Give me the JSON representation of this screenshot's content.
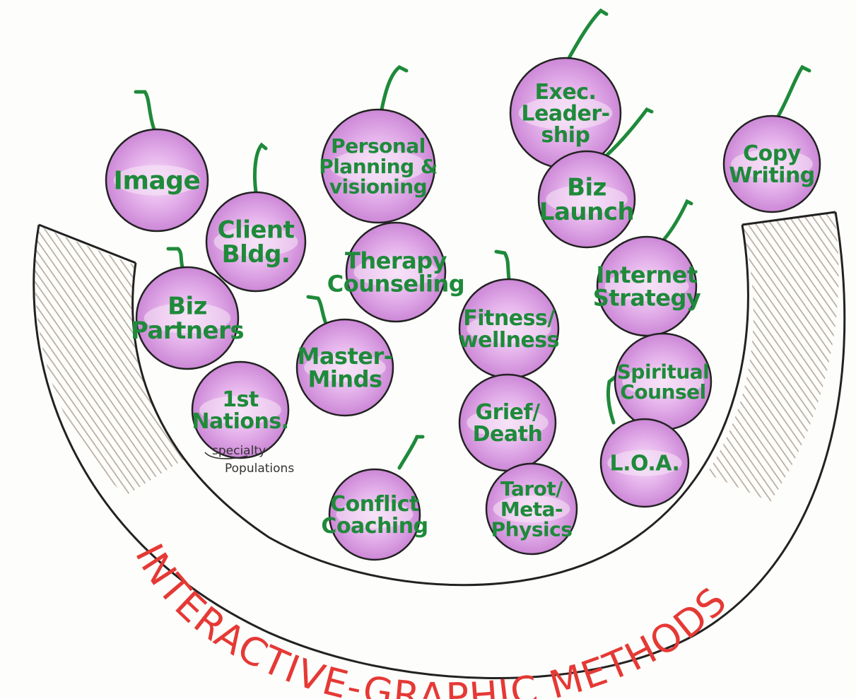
{
  "colors": {
    "stem": "#1e8a3a",
    "cherry": "#d79ae0",
    "cherry_light": "#f1d6f4",
    "bowl_outline": "#222222",
    "hatch": "#9c8d7c",
    "title": "#e53935"
  },
  "title": "INTERACTIVE-GRAPHIC METHODS",
  "cherries": [
    {
      "id": "image",
      "lines": [
        "Image"
      ]
    },
    {
      "id": "client-bldg",
      "lines": [
        "Client",
        "Bldg."
      ]
    },
    {
      "id": "personal-planning",
      "lines": [
        "Personal",
        "Planning &",
        "visioning"
      ]
    },
    {
      "id": "exec-leadership",
      "lines": [
        "Exec.",
        "Leader-",
        "ship"
      ]
    },
    {
      "id": "biz-launch",
      "lines": [
        "Biz",
        "Launch"
      ]
    },
    {
      "id": "copy-writing",
      "lines": [
        "Copy",
        "Writing"
      ]
    },
    {
      "id": "therapy-counseling",
      "lines": [
        "Therapy",
        "Counseling"
      ]
    },
    {
      "id": "biz-partners",
      "lines": [
        "Biz",
        "Partners"
      ]
    },
    {
      "id": "internet-strategy",
      "lines": [
        "Internet",
        "Strategy"
      ]
    },
    {
      "id": "master-minds",
      "lines": [
        "Master-",
        "Minds"
      ]
    },
    {
      "id": "fitness-wellness",
      "lines": [
        "Fitness/",
        "wellness"
      ]
    },
    {
      "id": "spiritual-counsel",
      "lines": [
        "Spiritual",
        "Counsel"
      ]
    },
    {
      "id": "1st-nations",
      "lines": [
        "1st",
        "Nations."
      ]
    },
    {
      "id": "grief-death",
      "lines": [
        "Grief/",
        "Death"
      ]
    },
    {
      "id": "loa",
      "lines": [
        "L.O.A."
      ]
    },
    {
      "id": "conflict-coaching",
      "lines": [
        "Conflict",
        "Coaching"
      ]
    },
    {
      "id": "tarot-metaphysics",
      "lines": [
        "Tarot/",
        "Meta-",
        "Physics"
      ]
    }
  ],
  "annotation": {
    "line1": "specialty",
    "line2": "Populations"
  }
}
